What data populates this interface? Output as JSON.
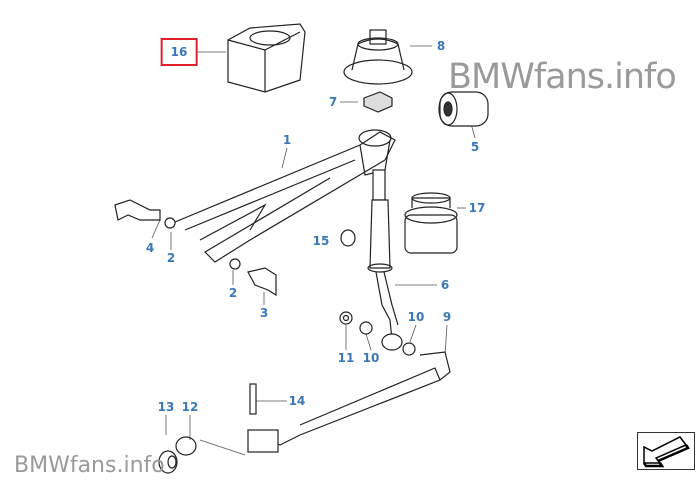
{
  "diagram": {
    "watermark_top": "BMWfans.info",
    "watermark_bottom": "BMWfans.info",
    "highlighted_part": "16",
    "callouts": [
      {
        "id": "c16",
        "text": "16"
      },
      {
        "id": "c8",
        "text": "8"
      },
      {
        "id": "c7",
        "text": "7"
      },
      {
        "id": "c1",
        "text": "1"
      },
      {
        "id": "c5",
        "text": "5"
      },
      {
        "id": "c17",
        "text": "17"
      },
      {
        "id": "c15",
        "text": "15"
      },
      {
        "id": "c4",
        "text": "4"
      },
      {
        "id": "c2a",
        "text": "2"
      },
      {
        "id": "c2b",
        "text": "2"
      },
      {
        "id": "c3",
        "text": "3"
      },
      {
        "id": "c6",
        "text": "6"
      },
      {
        "id": "c10a",
        "text": "10"
      },
      {
        "id": "c9",
        "text": "9"
      },
      {
        "id": "c11",
        "text": "11"
      },
      {
        "id": "c10b",
        "text": "10"
      },
      {
        "id": "c13",
        "text": "13"
      },
      {
        "id": "c12",
        "text": "12"
      },
      {
        "id": "c14",
        "text": "14"
      }
    ],
    "colors": {
      "callout": "#3b78b8",
      "highlight": "#e0202a",
      "watermark": "#9a9a9a"
    }
  }
}
